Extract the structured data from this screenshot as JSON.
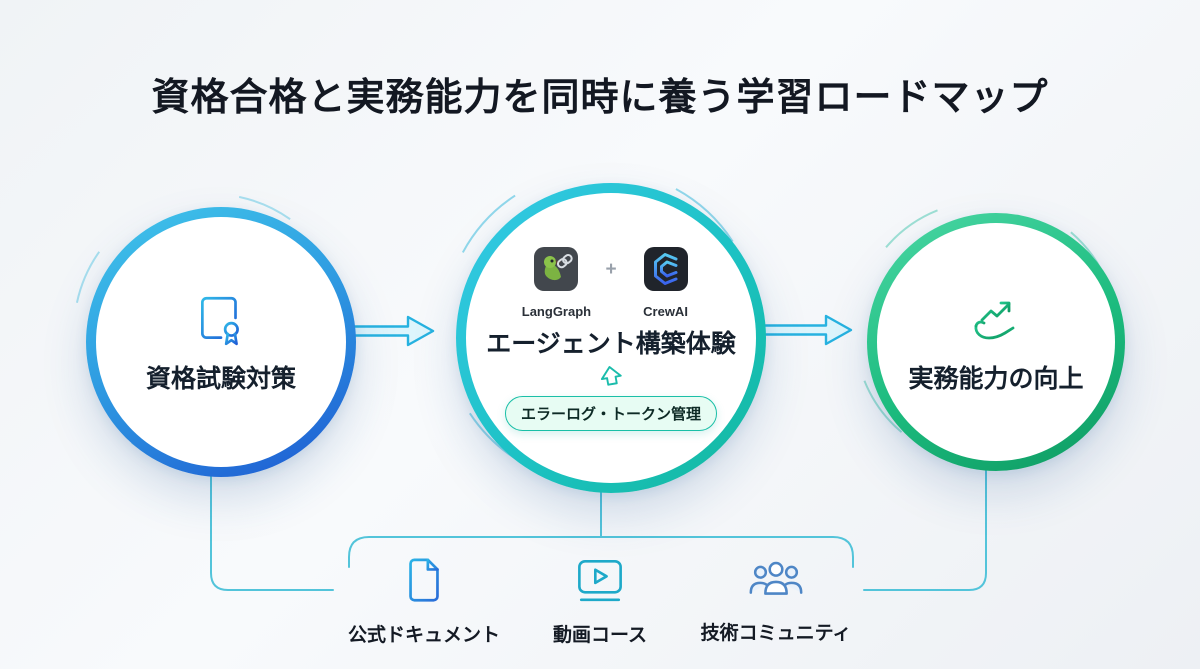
{
  "title": "資格合格と実務能力を同時に養う学習ロードマップ",
  "nodes": {
    "left": {
      "label": "資格試験対策",
      "icon": "certificate-icon"
    },
    "center": {
      "label": "エージェント構築体験",
      "plus": "+",
      "tools": [
        {
          "name": "LangGraph",
          "icon": "langgraph-icon"
        },
        {
          "name": "CrewAI",
          "icon": "crewai-icon"
        }
      ],
      "badge": "エラーログ・トークン管理"
    },
    "right": {
      "label": "実務能力の向上",
      "icon": "growth-icon"
    }
  },
  "resources": [
    {
      "label": "公式ドキュメント",
      "icon": "document-icon"
    },
    {
      "label": "動画コース",
      "icon": "video-course-icon"
    },
    {
      "label": "技術コミュニティ",
      "icon": "community-icon"
    }
  ],
  "colors": {
    "accent_cyan": "#29b6dd",
    "blue": "#1f5cd6",
    "teal": "#16b8a8",
    "green": "#17b877",
    "connector": "#53c4da"
  }
}
